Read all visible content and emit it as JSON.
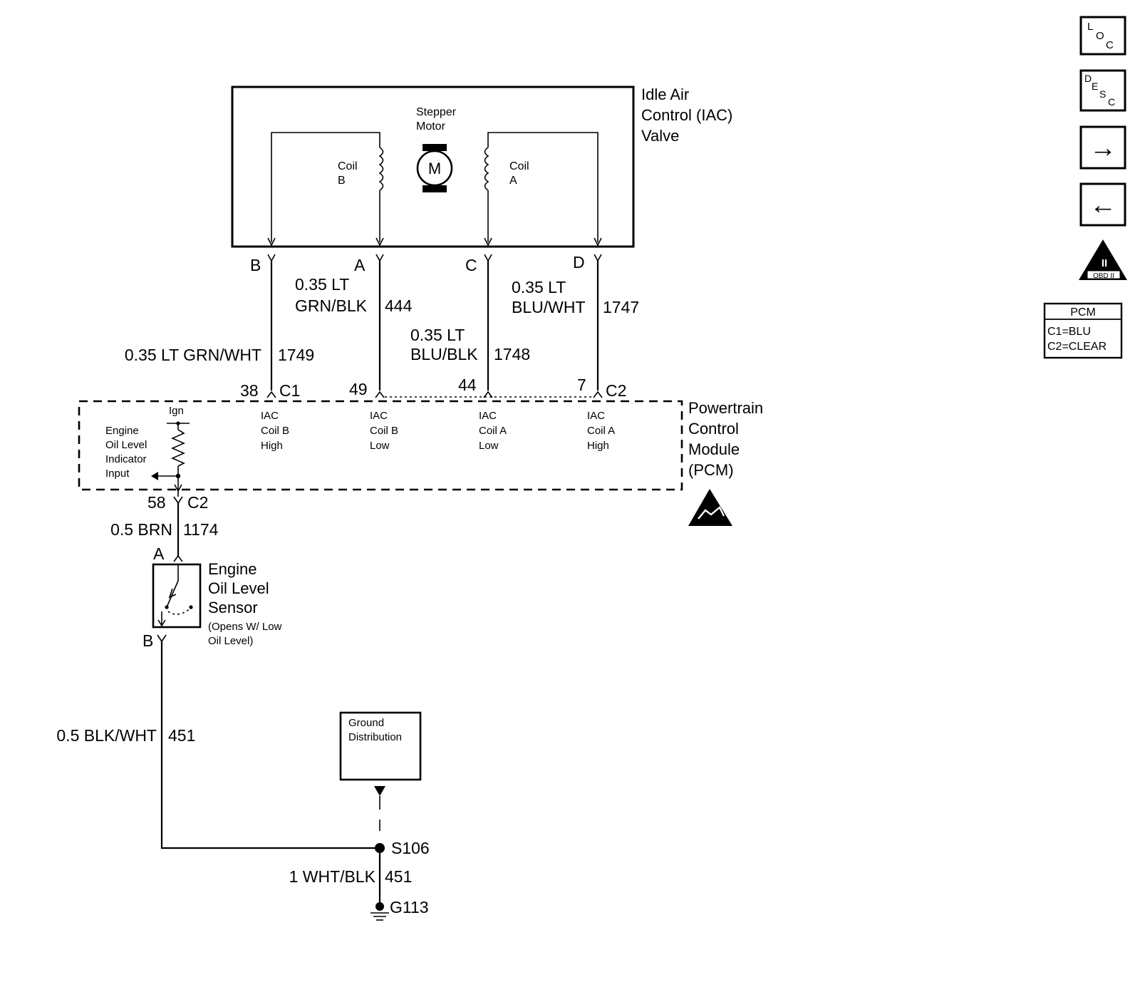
{
  "iac_valve": {
    "line1": "Idle Air",
    "line2": "Control (IAC)",
    "line3": "Valve"
  },
  "stepper_motor": {
    "line1": "Stepper",
    "line2": "Motor",
    "symbol": "M"
  },
  "coil_b": {
    "line1": "Coil",
    "line2": "B"
  },
  "coil_a": {
    "line1": "Coil",
    "line2": "A"
  },
  "valve_pins": {
    "b": "B",
    "a": "A",
    "c": "C",
    "d": "D"
  },
  "wires": {
    "w1749": {
      "spec": "0.35 LT GRN/WHT",
      "circuit": "1749"
    },
    "w444": {
      "spec1": "0.35 LT",
      "spec2": "GRN/BLK",
      "circuit": "444"
    },
    "w1748": {
      "spec1": "0.35 LT",
      "spec2": "BLU/BLK",
      "circuit": "1748"
    },
    "w1747": {
      "spec1": "0.35 LT",
      "spec2": "BLU/WHT",
      "circuit": "1747"
    },
    "w1174": {
      "spec": "0.5 BRN",
      "circuit": "1174"
    },
    "w451a": {
      "spec": "0.5 BLK/WHT",
      "circuit": "451"
    },
    "w451b": {
      "spec": "1 WHT/BLK",
      "circuit": "451"
    }
  },
  "pcm_pins": {
    "p38": "38",
    "c1": "C1",
    "p49": "49",
    "p44": "44",
    "p7": "7",
    "c2_top": "C2",
    "p58": "58",
    "c2_bottom": "C2"
  },
  "pcm": {
    "line1": "Powertrain",
    "line2": "Control",
    "line3": "Module",
    "line4": "(PCM)"
  },
  "pcm_inputs": {
    "ign": "Ign",
    "engine_oil": [
      "Engine",
      "Oil Level",
      "Indicator",
      "Input"
    ],
    "coil_b_high": [
      "IAC",
      "Coil B",
      "High"
    ],
    "coil_b_low": [
      "IAC",
      "Coil B",
      "Low"
    ],
    "coil_a_low": [
      "IAC",
      "Coil A",
      "Low"
    ],
    "coil_a_high": [
      "IAC",
      "Coil A",
      "High"
    ]
  },
  "oil_sensor": {
    "pin_a": "A",
    "pin_b": "B",
    "line1": "Engine",
    "line2": "Oil Level",
    "line3": "Sensor",
    "line4": "(Opens W/ Low",
    "line5": "Oil Level)"
  },
  "ground_dist": {
    "line1": "Ground",
    "line2": "Distribution"
  },
  "splice": "S106",
  "ground": "G113",
  "nav": {
    "loc": {
      "l1": "L",
      "l2": "O",
      "l3": "C"
    },
    "desc": {
      "l1": "D",
      "l2": "E",
      "l3": "S",
      "l4": "C"
    },
    "next": "→",
    "prev": "←",
    "obd": {
      "roman": "II",
      "label": "OBD II"
    }
  },
  "pcm_legend": {
    "title": "PCM",
    "c1": "C1=BLU",
    "c2": "C2=CLEAR"
  }
}
